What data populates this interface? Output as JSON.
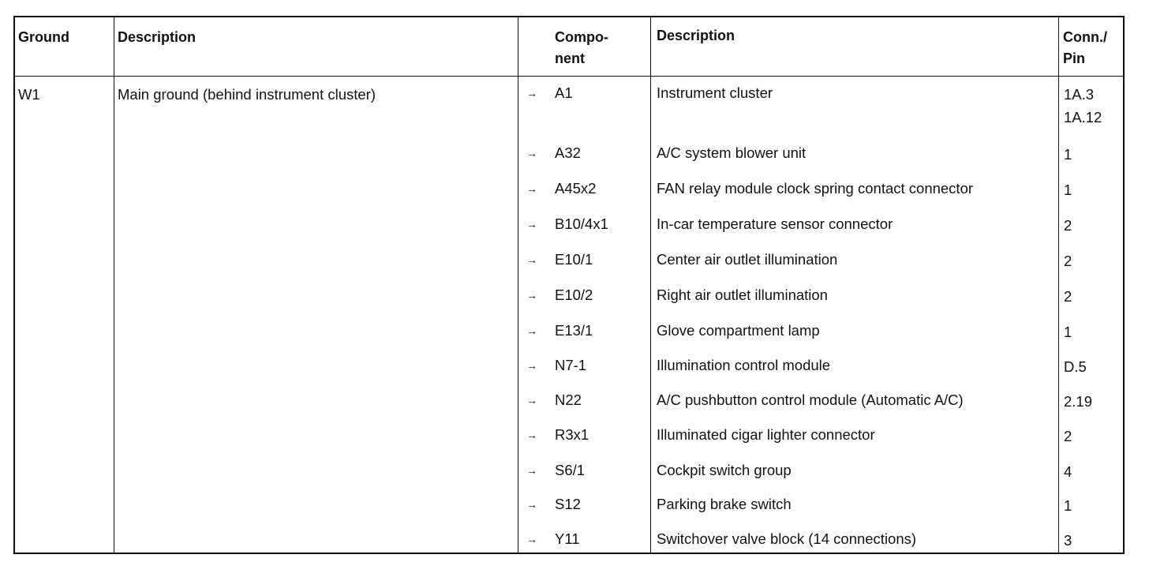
{
  "headers": {
    "ground": "Ground",
    "description": "Description",
    "component_line1": "Compo-",
    "component_line2": "nent",
    "comp_description": "Description",
    "conn_line1": "Conn./",
    "conn_line2": "Pin"
  },
  "ground": {
    "id": "W1",
    "description": "Main ground (behind instrument cluster)"
  },
  "arrow_glyph": "→",
  "rows": [
    {
      "component": "A1",
      "description": "Instrument cluster",
      "pins": [
        "1A.3",
        "1A.12"
      ]
    },
    {
      "component": "A32",
      "description": "A/C system blower unit",
      "pins": [
        "1"
      ]
    },
    {
      "component": "A45x2",
      "description": "FAN relay module clock spring contact connector",
      "pins": [
        "1"
      ]
    },
    {
      "component": "B10/4x1",
      "description": "In-car temperature sensor connector",
      "pins": [
        "2"
      ]
    },
    {
      "component": "E10/1",
      "description": "Center air outlet illumination",
      "pins": [
        "2"
      ]
    },
    {
      "component": "E10/2",
      "description": "Right air outlet illumination",
      "pins": [
        "2"
      ]
    },
    {
      "component": "E13/1",
      "description": "Glove compartment lamp",
      "pins": [
        "1"
      ]
    },
    {
      "component": "N7-1",
      "description": "Illumination control module",
      "pins": [
        "D.5"
      ]
    },
    {
      "component": "N22",
      "description": "A/C pushbutton control module (Automatic A/C)",
      "pins": [
        "2.19"
      ]
    },
    {
      "component": "R3x1",
      "description": "Illuminated cigar lighter connector",
      "pins": [
        "2"
      ]
    },
    {
      "component": "S6/1",
      "description": "Cockpit  switch group",
      "pins": [
        "4"
      ]
    },
    {
      "component": "S12",
      "description": "Parking brake switch",
      "pins": [
        "1"
      ]
    },
    {
      "component": "Y11",
      "description": "Switchover valve block (14 connections)",
      "pins": [
        "3"
      ]
    }
  ]
}
